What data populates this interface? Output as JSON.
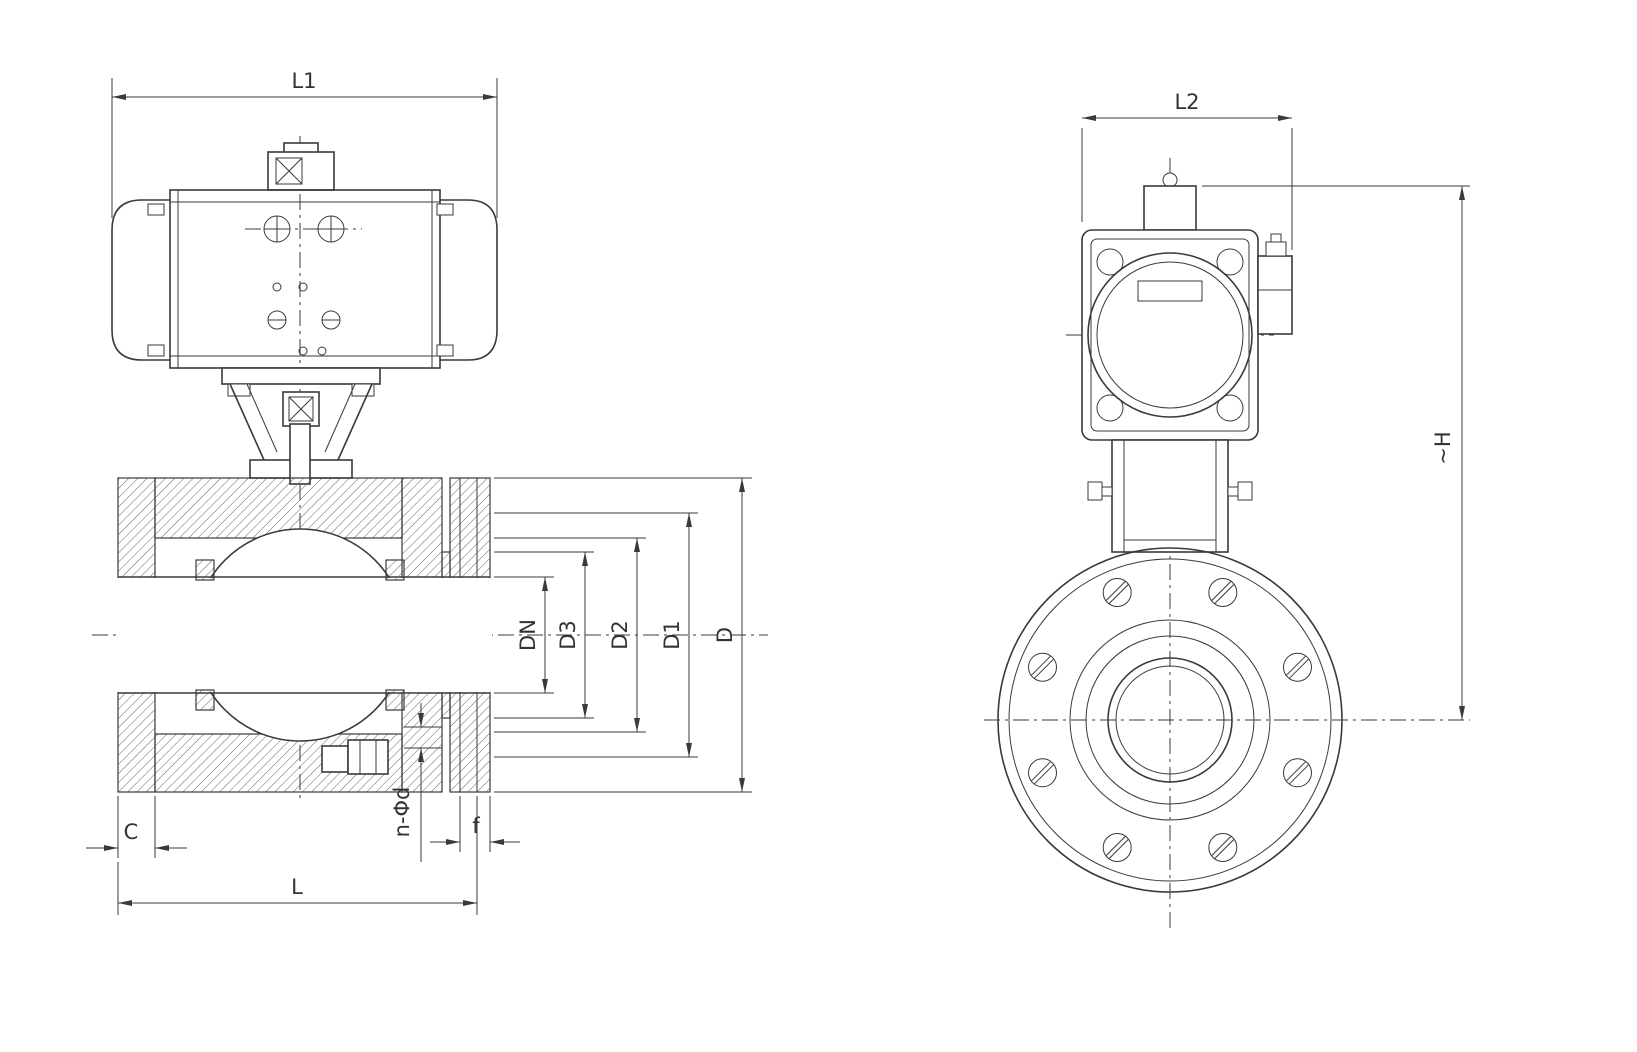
{
  "labels": {
    "L1": "L1",
    "L2": "L2",
    "DN": "DN",
    "D3": "D3",
    "D2": "D2",
    "D1": "D1",
    "D": "D",
    "C": "C",
    "L": "L",
    "n_phi_d": "n-Φd",
    "f": "f",
    "H": "~H"
  }
}
